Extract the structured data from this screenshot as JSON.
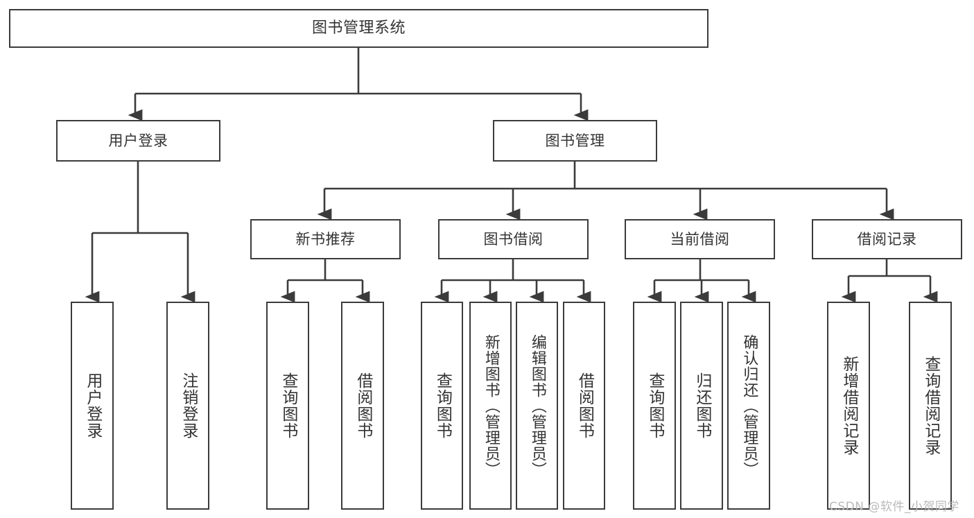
{
  "diagram": {
    "type": "tree",
    "title": "图书管理系统",
    "root": {
      "id": "root",
      "label": "图书管理系统"
    },
    "level2": [
      {
        "id": "user-login",
        "label": "用户登录"
      },
      {
        "id": "book-manage",
        "label": "图书管理"
      }
    ],
    "level3": [
      {
        "id": "new-book-recommend",
        "label": "新书推荐",
        "parent": "book-manage"
      },
      {
        "id": "book-borrow",
        "label": "图书借阅",
        "parent": "book-manage"
      },
      {
        "id": "current-borrow",
        "label": "当前借阅",
        "parent": "book-manage"
      },
      {
        "id": "borrow-record",
        "label": "借阅记录",
        "parent": "book-manage"
      }
    ],
    "leaves": {
      "user_login": [
        {
          "id": "leaf-user-login",
          "label": "用户登录"
        },
        {
          "id": "leaf-logout-login",
          "label": "注销登录"
        }
      ],
      "new_book_recommend": [
        {
          "id": "leaf-query-book-1",
          "label": "查询图书"
        },
        {
          "id": "leaf-borrow-book-1",
          "label": "借阅图书"
        }
      ],
      "book_borrow": [
        {
          "id": "leaf-query-book-2",
          "label": "查询图书"
        },
        {
          "id": "leaf-add-book",
          "label": "新增图书（管理员）"
        },
        {
          "id": "leaf-edit-book",
          "label": "编辑图书（管理员）"
        },
        {
          "id": "leaf-borrow-book-2",
          "label": "借阅图书"
        }
      ],
      "current_borrow": [
        {
          "id": "leaf-query-book-3",
          "label": "查询图书"
        },
        {
          "id": "leaf-return-book",
          "label": "归还图书"
        },
        {
          "id": "leaf-confirm-return",
          "label": "确认归还（管理员）"
        }
      ],
      "borrow_record": [
        {
          "id": "leaf-add-record",
          "label": "新增借阅记录"
        },
        {
          "id": "leaf-query-record",
          "label": "查询借阅记录"
        }
      ]
    }
  },
  "watermark": {
    "text": "CSDN @软件_小贺同学"
  },
  "colors": {
    "stroke": "#3b3b3b",
    "text": "#333333",
    "background": "#ffffff",
    "watermark": "#b9b9b9"
  }
}
